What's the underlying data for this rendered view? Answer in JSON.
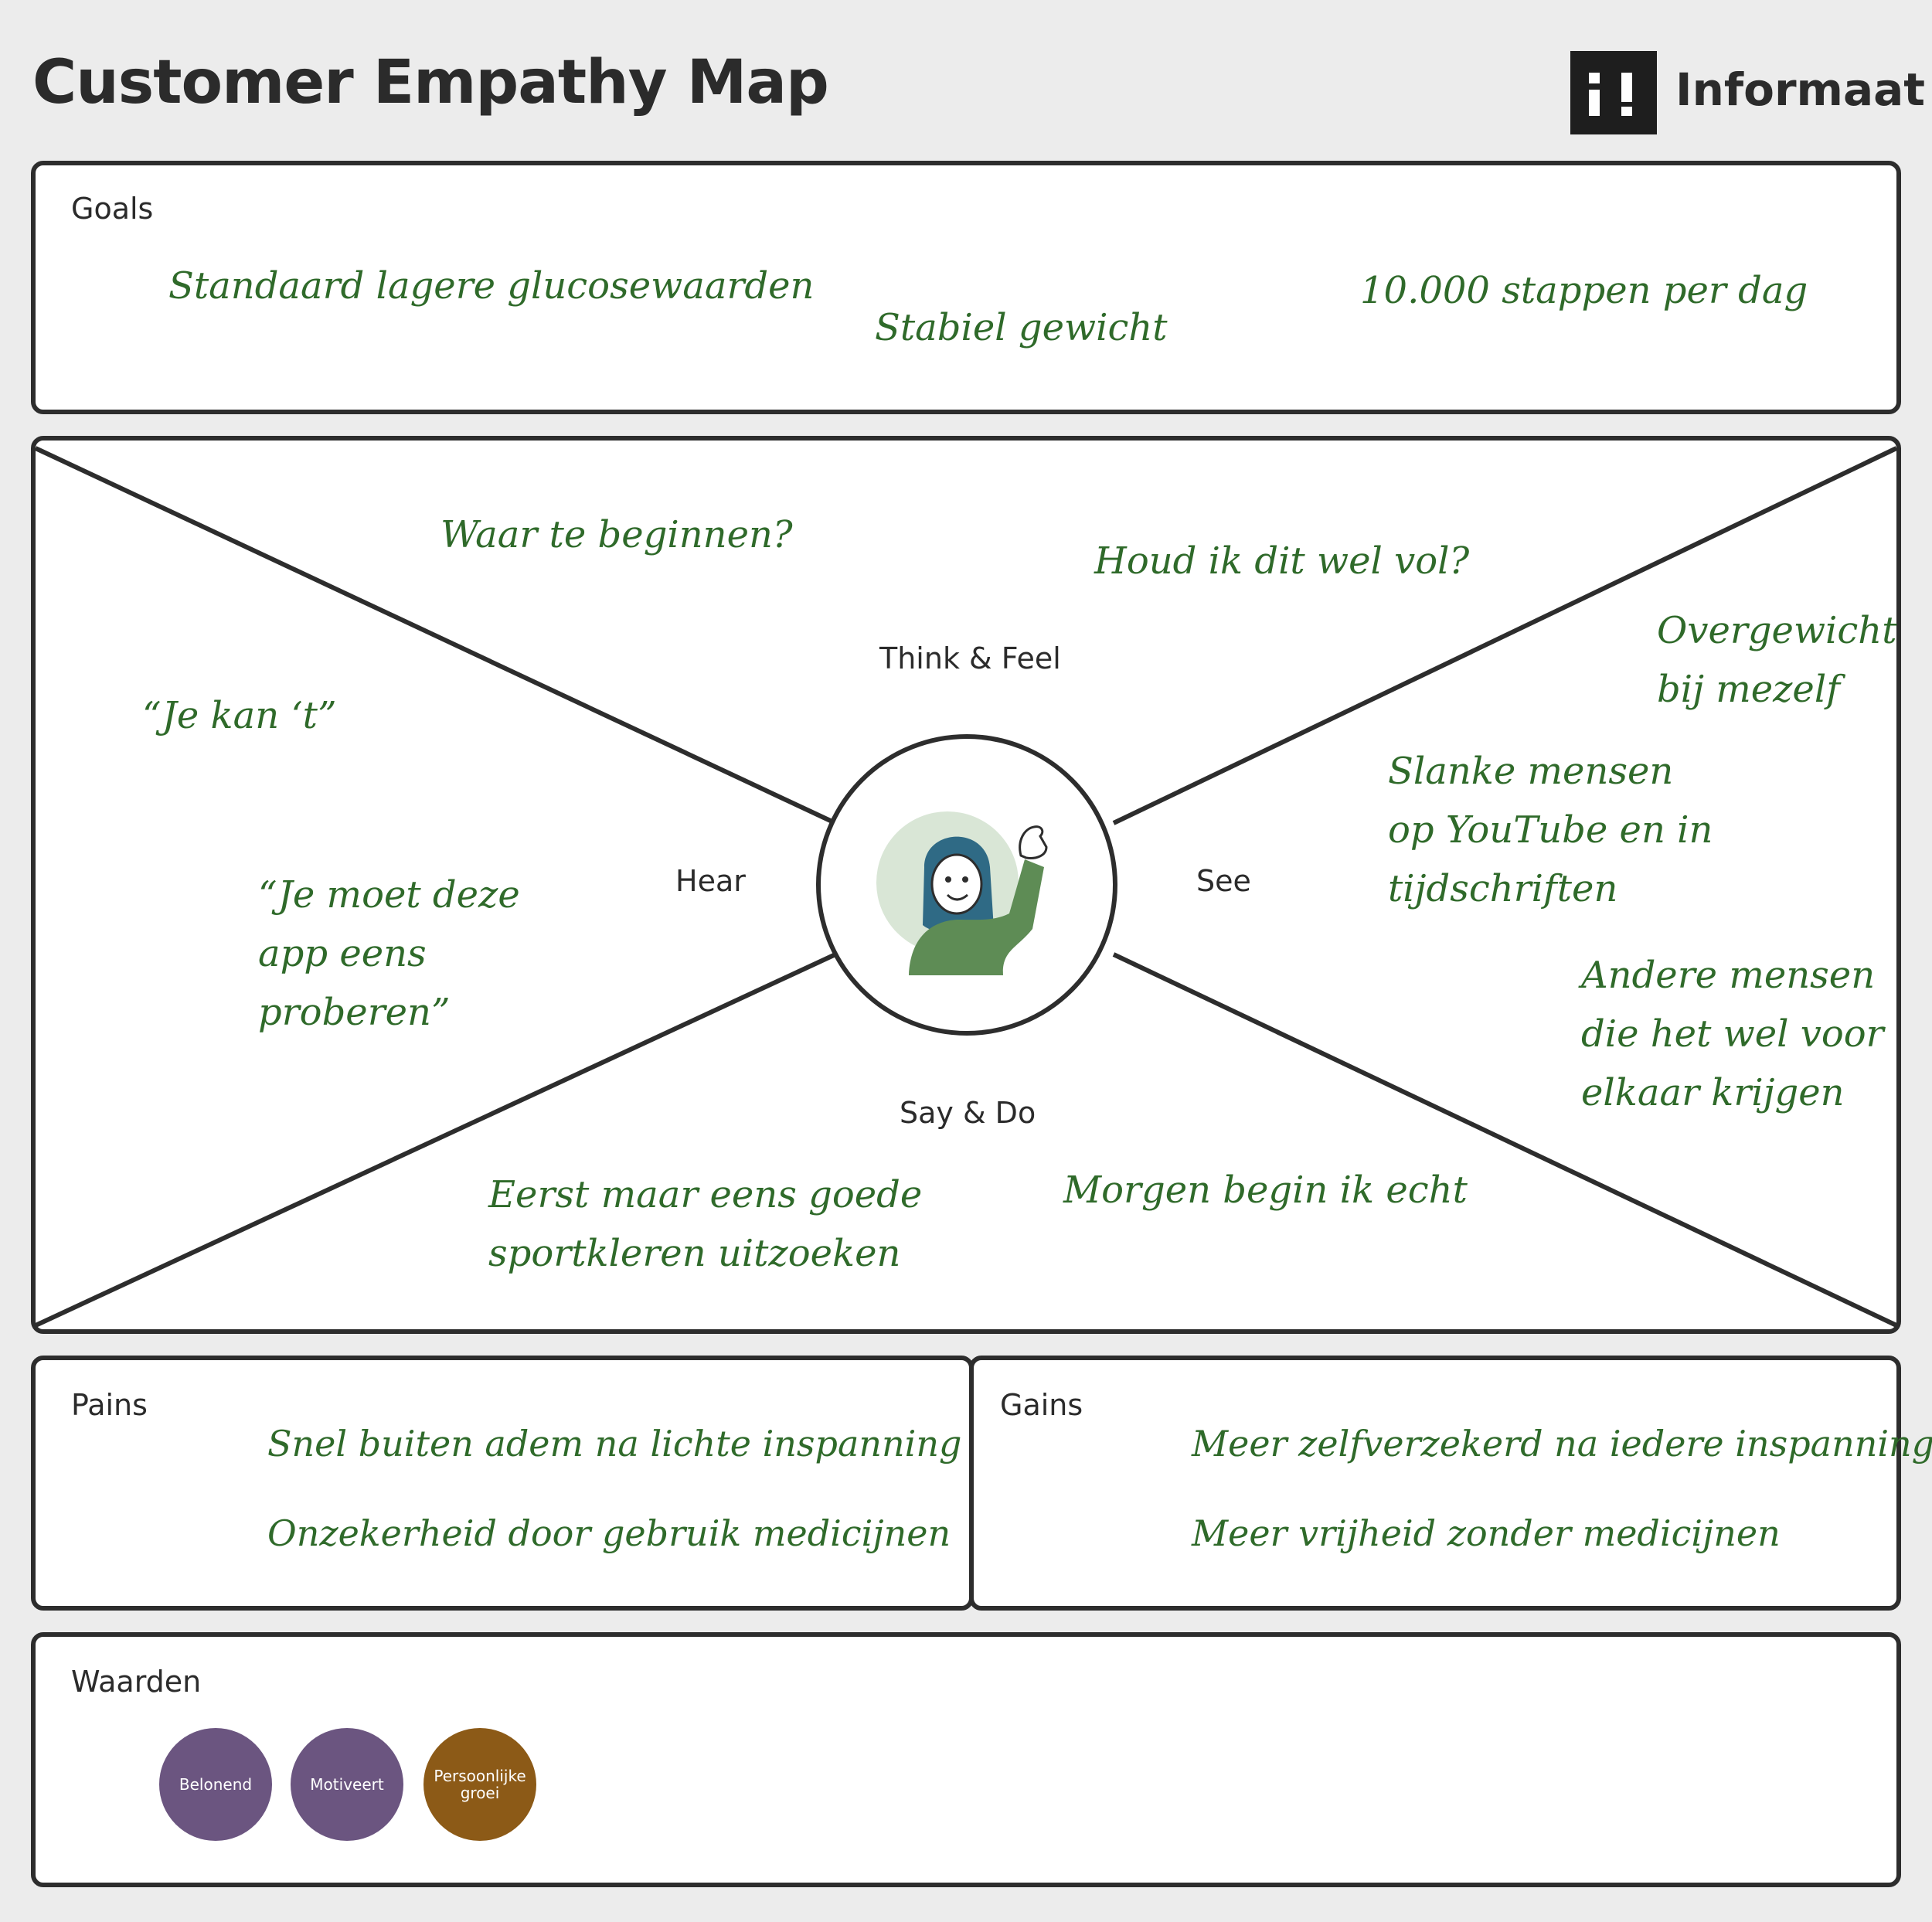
{
  "header": {
    "title": "Customer Empathy Map",
    "brand": "Informaat",
    "logo_icon": "informaat-logo-icon"
  },
  "goals": {
    "label": "Goals",
    "notes": [
      "Standaard lagere glucosewaarden",
      "Stabiel gewicht",
      "10.000 stappen per dag"
    ]
  },
  "map": {
    "think_feel": {
      "label": "Think & Feel",
      "notes": [
        "Waar te beginnen?",
        "Houd ik dit wel vol?"
      ]
    },
    "hear": {
      "label": "Hear",
      "notes": [
        "“Je kan ‘t”",
        "“Je moet deze",
        "app eens",
        "proberen”"
      ]
    },
    "see": {
      "label": "See",
      "notes": [
        "Overgewicht",
        "bij mezelf",
        "Slanke mensen",
        "op YouTube en in",
        "tijdschriften",
        "Andere mensen",
        "die het wel voor",
        "elkaar krijgen"
      ]
    },
    "say_do": {
      "label": "Say & Do",
      "notes": [
        "Eerst maar eens goede",
        "sportkleren uitzoeken",
        "Morgen begin ik echt"
      ]
    },
    "persona_icon": "persona-woman-icon"
  },
  "pains": {
    "label": "Pains",
    "notes": [
      "Snel buiten adem na lichte inspanning",
      "Onzekerheid door gebruik medicijnen"
    ]
  },
  "gains": {
    "label": "Gains",
    "notes": [
      "Meer zelfverzekerd na iedere inspanning",
      "Meer vrijheid zonder medicijnen"
    ]
  },
  "values": {
    "label": "Waarden",
    "items": [
      {
        "label": "Belonend",
        "color": "#6b5580"
      },
      {
        "label": "Motiveert",
        "color": "#6b5580"
      },
      {
        "label": "Persoonlijke groei",
        "color": "#8c5a17"
      }
    ]
  },
  "colors": {
    "note_text": "#2f6a2a",
    "border": "#2d2d2d",
    "persona_shirt": "#5e8c55",
    "persona_hair": "#2f6a85"
  }
}
